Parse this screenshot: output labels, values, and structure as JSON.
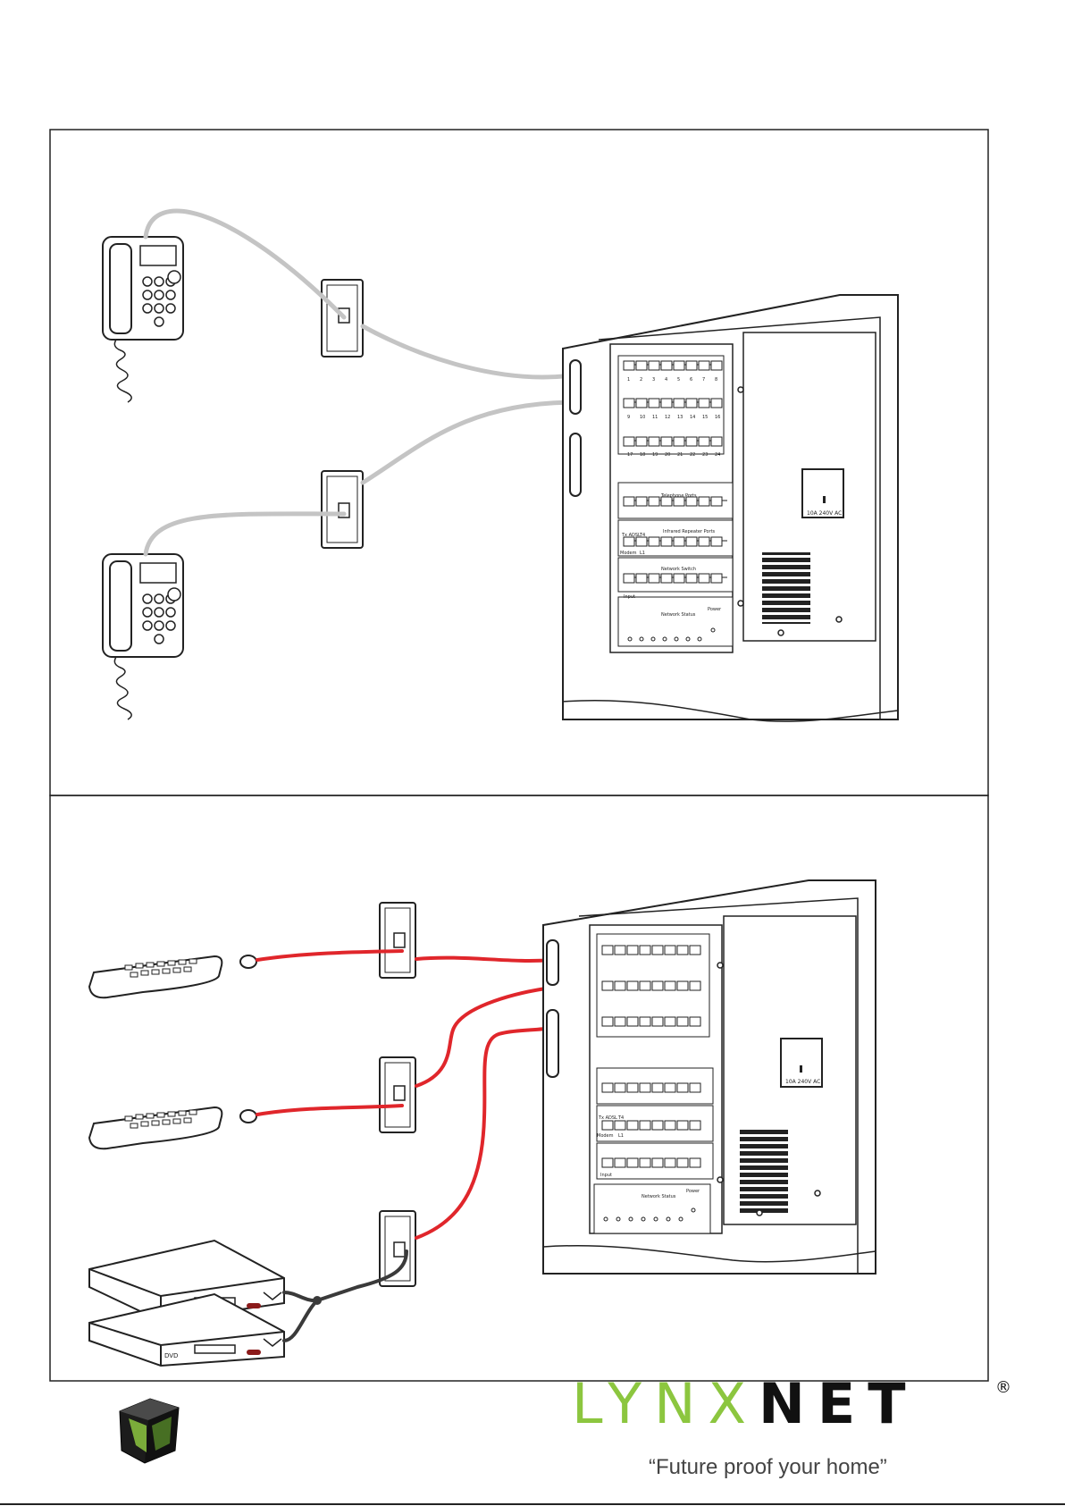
{
  "brand": {
    "word_lynx": "LYNX",
    "word_net": "NET",
    "registered": "®",
    "tagline": "“Future proof your home”",
    "colors": {
      "lynx": "#8cc63f",
      "net": "#111111"
    }
  },
  "cabinet_top": {
    "port_numbers_row1": [
      "1",
      "2",
      "3",
      "4",
      "5",
      "6",
      "7",
      "8"
    ],
    "port_numbers_row2": [
      "9",
      "10",
      "11",
      "12",
      "13",
      "14",
      "15",
      "16"
    ],
    "port_numbers_row3": [
      "17",
      "18",
      "19",
      "20",
      "21",
      "22",
      "23",
      "24"
    ],
    "telephone_label": "Telephone Ports",
    "repeater_label": "Infrared Repeater Ports",
    "tx_label": "Tx ADSL",
    "t4_label": "T4",
    "modem_label": "Modem",
    "l1_label": "L1",
    "switch_label": "Network Switch",
    "input_label": "Input",
    "status_label": "Network Status",
    "power_label": "Power",
    "outlet_label": "10A 240V AC"
  },
  "cabinet_bottom": {
    "tx_label": "Tx ADSL",
    "t4_label": "T4",
    "modem_label": "Modem",
    "l1_label": "L1",
    "input_label": "Input",
    "status_label": "Network Status",
    "power_label": "Power",
    "outlet_label": "10A 240V AC"
  },
  "devices": {
    "dvd_label": "DVD"
  },
  "colors": {
    "phone_cable": "#c4c4c4",
    "ir_cable": "#e0262b",
    "av_cable": "#3a3a3a"
  }
}
